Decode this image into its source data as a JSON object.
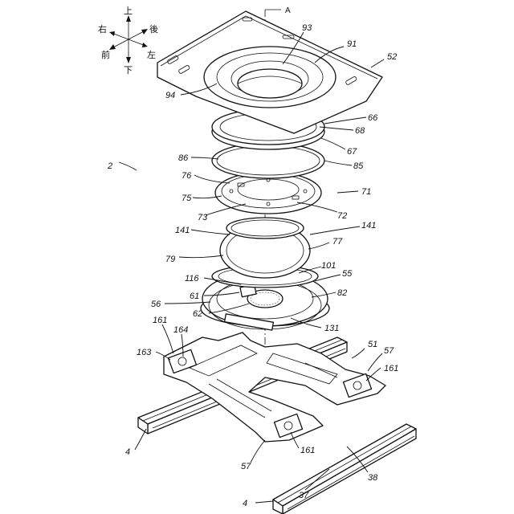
{
  "axis_label": "A",
  "compass": {
    "up": "上",
    "down": "下",
    "right_side": "右",
    "rear": "後",
    "front": "前",
    "left_side": "左"
  },
  "labels": {
    "l2": "2",
    "l52": "52",
    "l91": "91",
    "l93": "93",
    "l94": "94",
    "l66": "66",
    "l68": "68",
    "l67": "67",
    "l85": "85",
    "l86": "86",
    "l76": "76",
    "l75": "75",
    "l71": "71",
    "l73": "73",
    "l72": "72",
    "l141a": "141",
    "l141b": "141",
    "l77": "77",
    "l79": "79",
    "l101": "101",
    "l55": "55",
    "l116": "116",
    "l82": "82",
    "l61": "61",
    "l56": "56",
    "l62": "62",
    "l131": "131",
    "l161a": "161",
    "l164": "164",
    "l51": "51",
    "l163": "163",
    "l57a": "57",
    "l161b": "161",
    "l4a": "4",
    "l161c": "161",
    "l57b": "57",
    "l38": "38",
    "l37": "37",
    "l4b": "4"
  }
}
